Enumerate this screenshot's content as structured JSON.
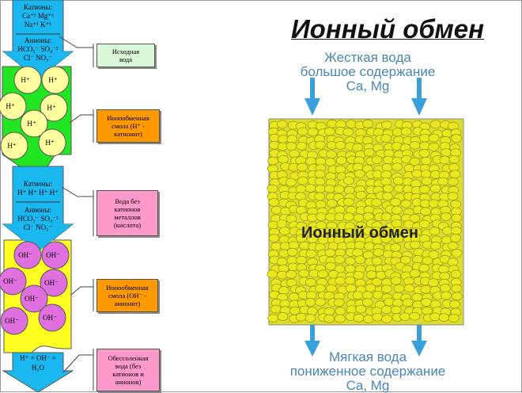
{
  "title": "Ионный обмен",
  "top_text": {
    "line1": "Жесткая вода",
    "line2": "большое содержание",
    "line3": "Ca, Mg"
  },
  "center_label": "Ионный обмен",
  "bottom_text": {
    "line1": "Мягкая вода",
    "line2": "пониженное содержание",
    "line3": "Ca, Mg"
  },
  "column": {
    "cations1_title": "Катионы:",
    "cations1_a": "Ca⁺²   Mg⁺²",
    "cations1_b": "Na⁺¹   K⁺¹",
    "anions1_title": "Анионы:",
    "anions1_a": "HCO₃⁻  SO₄⁻²",
    "anions1_b": "Cl⁻    NO₃⁻",
    "h_ion": "H⁺",
    "cations2_title": "Катионы:",
    "cations2_a": "H⁺ H⁺ H⁺ H⁺",
    "anions2_title": "Анионы:",
    "anions2_a": "HCO₃⁻  SO₄⁻²",
    "anions2_b": "Cl⁻    NO₃⁻",
    "oh_ion": "OH⁻",
    "reaction_a": "H⁺ + OH⁻ =",
    "reaction_b": "H₂O"
  },
  "labels": {
    "source_water": "Исходная\nвода",
    "cation_resin": "Ионообменная\nсмола (H⁺ -\nкатионит)",
    "acid_water": "Вода без\nкатионов\nметаллов\n(кислота)",
    "anion_resin": "Ионообменная\nсмола (OH⁻ -\nанионит)",
    "demin_water": "Обессоленная\nвода (без\nкатионов и\nанионов)"
  },
  "colors": {
    "water": "#1ab8f0",
    "cation_bed": "#22e622",
    "anion_bed": "#ffff22",
    "h_bead": "#ffffa0",
    "oh_bead": "#e070e0",
    "title_blue": "#4a86b8",
    "arrow": "#3aa0dc",
    "bead": "#e2e21a"
  }
}
